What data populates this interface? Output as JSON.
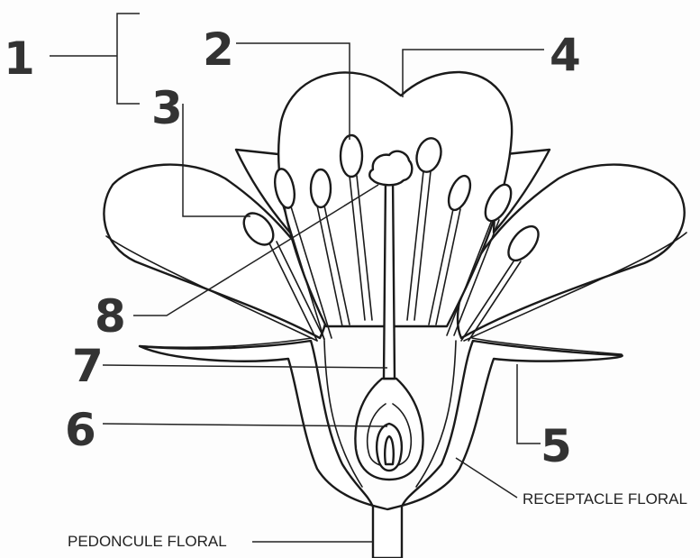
{
  "labels": {
    "l1": "1",
    "l2": "2",
    "l3": "3",
    "l4": "4",
    "l5": "5",
    "l6": "6",
    "l7": "7",
    "l8": "8",
    "receptacle": "RECEPTACLE FLORAL",
    "pedoncule": "PEDONCULE FLORAL"
  }
}
